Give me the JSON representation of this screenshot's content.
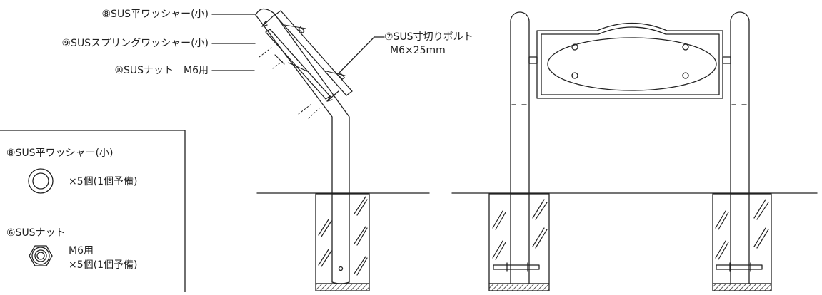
{
  "callouts": {
    "washer_flat": "⑧SUS平ワッシャー(小)",
    "washer_spring": "⑨SUSスプリングワッシャー(小)",
    "nut": "⑩SUSナット　M6用",
    "bolt_name": "⑦SUS寸切りボルト",
    "bolt_size": "M6×25mm"
  },
  "parts_box": {
    "washer_title": "⑧SUS平ワッシャー(小)",
    "washer_qty": "×5個(1個予備)",
    "nut_title": "⑥SUSナット",
    "nut_spec": "M6用",
    "nut_qty": "×5個(1個予備)"
  },
  "colors": {
    "line": "#222222",
    "hatch": "#444444",
    "background": "#ffffff"
  }
}
